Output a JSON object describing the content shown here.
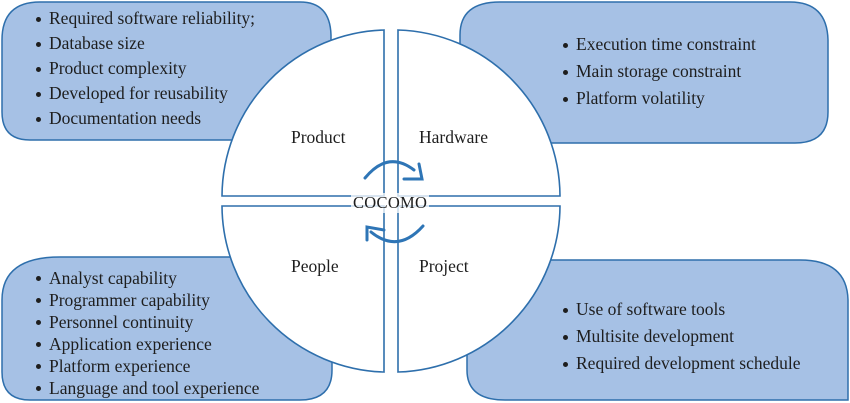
{
  "colors": {
    "box_fill": "#a6c1e5",
    "stroke": "#2e6fac",
    "arrow": "#2e75b6",
    "quadrant_fill": "#ffffff"
  },
  "center": {
    "label": "COCOMO",
    "icons": [
      "cycle-arrow-top-icon",
      "cycle-arrow-bottom-icon"
    ]
  },
  "quadrants": [
    {
      "id": "product",
      "label": "Product"
    },
    {
      "id": "hardware",
      "label": "Hardware"
    },
    {
      "id": "people",
      "label": "People"
    },
    {
      "id": "project",
      "label": "Project"
    }
  ],
  "boxes": {
    "product": {
      "items": [
        "Required software reliability;",
        "Database size",
        "Product complexity",
        "Developed for reusability",
        "Documentation needs"
      ]
    },
    "hardware": {
      "items": [
        "Execution time constraint",
        "Main storage constraint",
        "Platform volatility"
      ]
    },
    "people": {
      "items": [
        "Analyst capability",
        "Programmer capability",
        "Personnel continuity",
        "Application experience",
        "Platform experience",
        "Language and tool experience"
      ]
    },
    "project": {
      "items": [
        "Use of software tools",
        "Multisite development",
        "Required development schedule"
      ]
    }
  }
}
